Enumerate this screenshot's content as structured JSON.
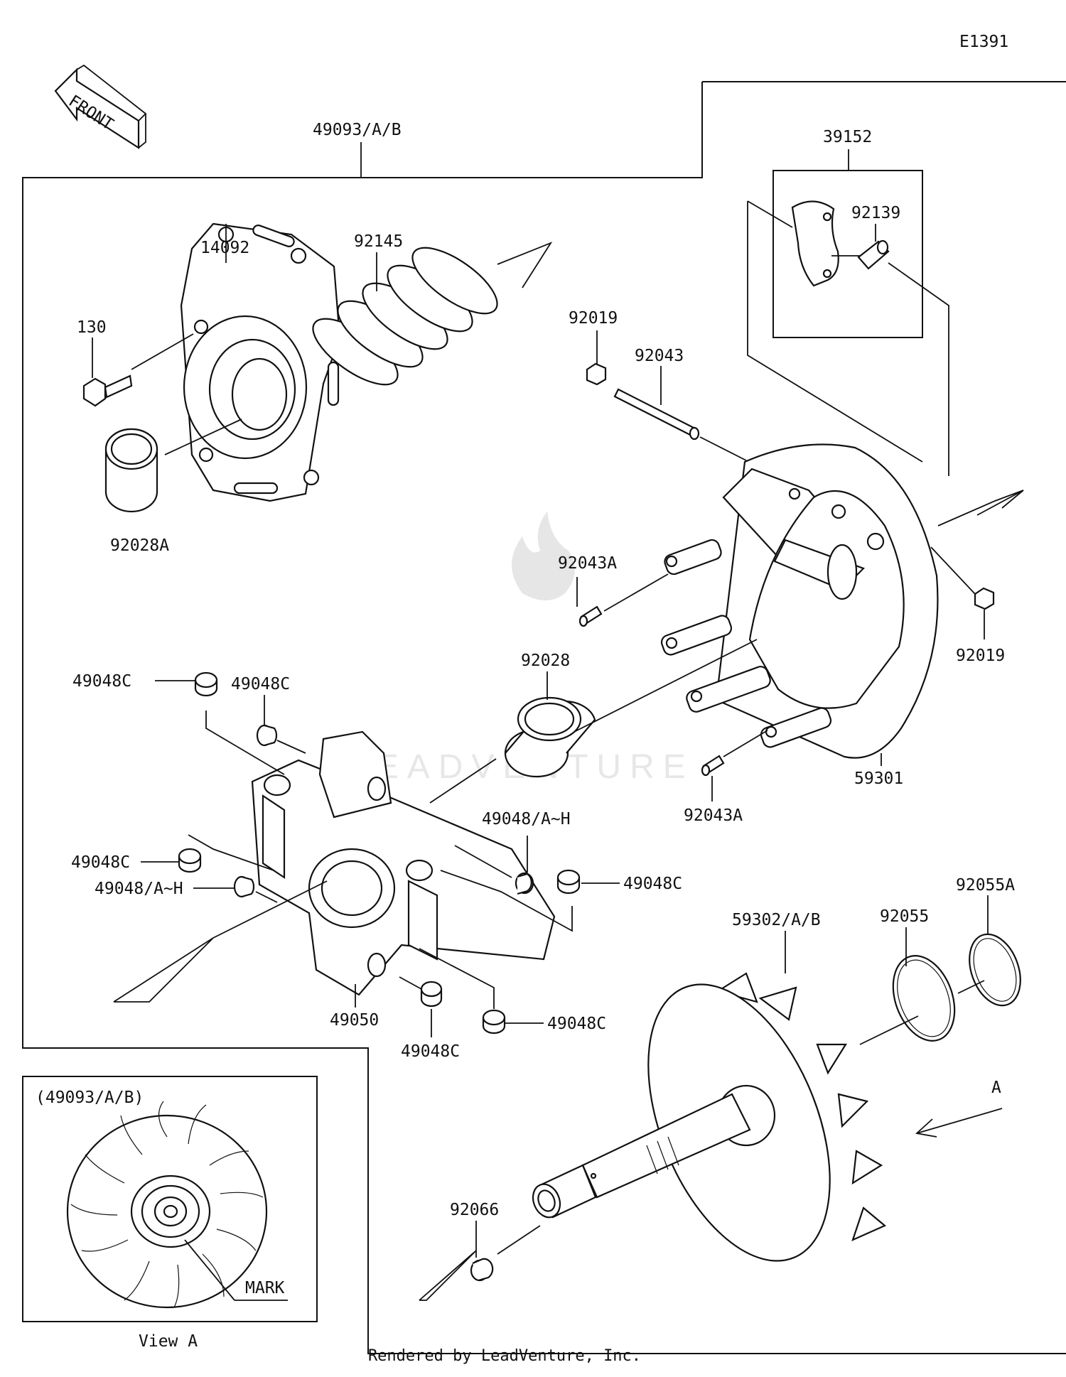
{
  "diagram_id": "E1391",
  "front_label": "FRONT",
  "footer": "Rendered by LeadVenture, Inc.",
  "watermark": "LEADVENTURE",
  "parts": {
    "p49093": "49093/A/B",
    "p39152": "39152",
    "p92139": "92139",
    "p14092": "14092",
    "p92145": "92145",
    "p130": "130",
    "p92028A": "92028A",
    "p92019_top": "92019",
    "p92043": "92043",
    "p92043A_top": "92043A",
    "p92019_right": "92019",
    "p92028": "92028",
    "p59301": "59301",
    "p92043A_bot": "92043A",
    "p49048C_1": "49048C",
    "p49048C_2": "49048C",
    "p49048C_3": "49048C",
    "p49048AH_1": "49048/A~H",
    "p49048AH_2": "49048/A~H",
    "p49048C_4": "49048C",
    "p49048C_5": "49048C",
    "p49048C_6": "49048C",
    "p49050": "49050",
    "p59302": "59302/A/B",
    "p92055": "92055",
    "p92055A": "92055A",
    "p92066": "92066",
    "pA": "A"
  },
  "inset": {
    "title": "(49093/A/B)",
    "mark": "MARK",
    "caption": "View A"
  }
}
